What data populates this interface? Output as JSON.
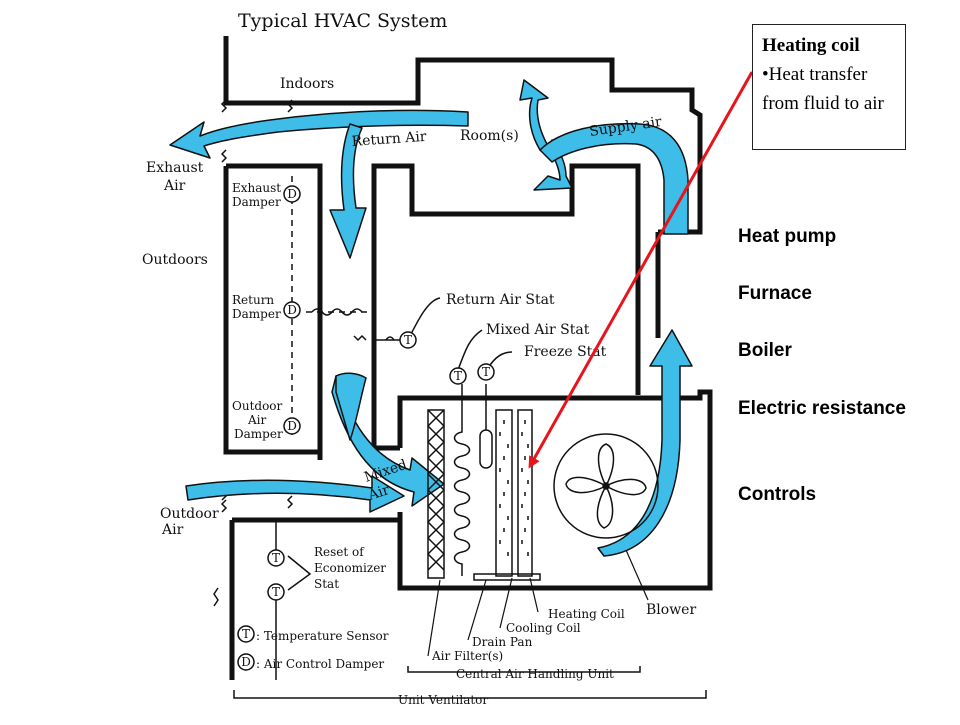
{
  "diagram": {
    "title": "Typical HVAC System",
    "labels": {
      "indoors": "Indoors",
      "rooms": "Room(s)",
      "return_air": "Return Air",
      "supply_air": "Supply air",
      "exhaust_air_1": "Exhaust",
      "exhaust_air_2": "Air",
      "outdoors": "Outdoors",
      "exhaust_damper_1": "Exhaust",
      "exhaust_damper_2": "Damper",
      "return_damper_1": "Return",
      "return_damper_2": "Damper",
      "outdoor_damper_1": "Outdoor",
      "outdoor_damper_2": "Air",
      "outdoor_damper_3": "Damper",
      "return_air_stat": "Return Air Stat",
      "mixed_air_stat": "Mixed Air Stat",
      "freeze_stat": "Freeze Stat",
      "mixed_air_1": "Mixed",
      "mixed_air_2": "Air",
      "outdoor_air_1": "Outdoor",
      "outdoor_air_2": "Air",
      "reset_1": "Reset of",
      "reset_2": "Economizer",
      "reset_3": "Stat",
      "heating_coil": "Heating Coil",
      "cooling_coil": "Cooling Coil",
      "drain_pan": "Drain Pan",
      "air_filters": "Air Filter(s)",
      "blower": "Blower",
      "central_unit": "Central Air Handling Unit",
      "unit_ventilator": "Unit Ventilator",
      "legend_temp": ": Temperature Sensor",
      "legend_damper": ": Air Control Damper",
      "sym_damper": "D",
      "sym_temp": "T"
    },
    "colors": {
      "airflow": "#3dbde8",
      "pointer_arrow": "#e8141c",
      "line": "#111111"
    }
  },
  "callout": {
    "heading": "Heating coil",
    "body": "•Heat transfer from fluid to air"
  },
  "heat_sources": [
    "Heat pump",
    "Furnace",
    "Boiler",
    "Electric resistance",
    "Controls"
  ]
}
